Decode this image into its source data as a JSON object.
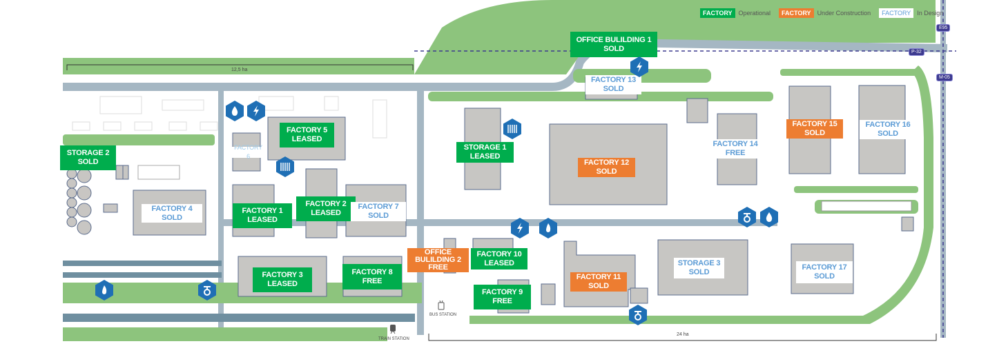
{
  "legend": [
    {
      "swatch": "FACTORY",
      "label": "Operational",
      "status": "operational"
    },
    {
      "swatch": "FACTORY",
      "label": "Under Construction",
      "status": "under_construction"
    },
    {
      "swatch": "FACTORY",
      "label": "In Design",
      "status": "in_design"
    }
  ],
  "status_colors": {
    "operational": "#00ad4d",
    "under_construction": "#ed7d31",
    "in_design": "#5b9bd5"
  },
  "roads": {
    "e95": "E95",
    "p32": "P-32",
    "m05": "M-05"
  },
  "areas": {
    "west": "12,5 ha",
    "east": "24 ha"
  },
  "stations": {
    "train": "TRAIN STATION",
    "bus": "BUS STATION"
  },
  "buildings": [
    {
      "name": "STORAGE 2",
      "status_text": "SOLD",
      "phase": "operational"
    },
    {
      "name": "FACTORY 5",
      "status_text": "LEASED",
      "phase": "operational"
    },
    {
      "name": "FACTORY 6",
      "status_text": "",
      "phase": "in_design"
    },
    {
      "name": "FACTORY 4",
      "status_text": "SOLD",
      "phase": "in_design"
    },
    {
      "name": "FACTORY 1",
      "status_text": "LEASED",
      "phase": "operational"
    },
    {
      "name": "FACTORY 2",
      "status_text": "LEASED",
      "phase": "operational"
    },
    {
      "name": "FACTORY 7",
      "status_text": "SOLD",
      "phase": "in_design"
    },
    {
      "name": "FACTORY 3",
      "status_text": "LEASED",
      "phase": "operational"
    },
    {
      "name": "FACTORY 8",
      "status_text": "FREE",
      "phase": "operational"
    },
    {
      "name": "OFFICE BULILDING 2",
      "status_text": "FREE",
      "phase": "under_construction"
    },
    {
      "name": "FACTORY 10",
      "status_text": "LEASED",
      "phase": "operational"
    },
    {
      "name": "FACTORY 9",
      "status_text": "FREE",
      "phase": "operational"
    },
    {
      "name": "FACTORY 11",
      "status_text": "SOLD",
      "phase": "under_construction"
    },
    {
      "name": "STORAGE 1",
      "status_text": "LEASED",
      "phase": "operational"
    },
    {
      "name": "OFFICE BULILDING 1",
      "status_text": "SOLD",
      "phase": "operational"
    },
    {
      "name": "FACTORY 13",
      "status_text": "SOLD",
      "phase": "in_design"
    },
    {
      "name": "FACTORY 12",
      "status_text": "SOLD",
      "phase": "under_construction"
    },
    {
      "name": "FACTORY 14",
      "status_text": "FREE",
      "phase": "in_design"
    },
    {
      "name": "STORAGE 3",
      "status_text": "SOLD",
      "phase": "in_design"
    },
    {
      "name": "FACTORY 15",
      "status_text": "SOLD",
      "phase": "under_construction"
    },
    {
      "name": "FACTORY 16",
      "status_text": "SOLD",
      "phase": "in_design"
    },
    {
      "name": "FACTORY 17",
      "status_text": "SOLD",
      "phase": "in_design"
    }
  ],
  "utilities": [
    "water-icon",
    "electricity-icon",
    "heating-icon",
    "gas-icon",
    "gas-valve-icon"
  ]
}
